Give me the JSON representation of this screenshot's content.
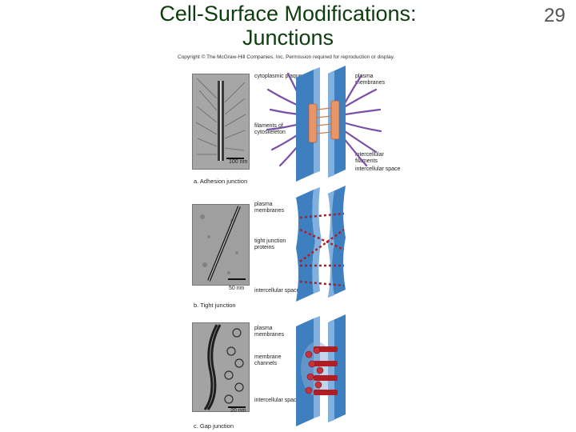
{
  "slide": {
    "title_line1": "Cell-Surface Modifications:",
    "title_line2": "Junctions",
    "page_number": "29",
    "copyright": "Copyright © The McGraw-Hill Companies, Inc. Permission required for reproduction or display."
  },
  "panels": [
    {
      "caption": "a. Adhesion junction",
      "scale_bar": "100 nm",
      "labels": {
        "cytoplasmic_plaque": "cytoplasmic plaque",
        "plasma_membranes": "plasma membranes",
        "filaments_of_cytoskeleton": "filaments of cytoskeleton",
        "intercellular_filaments": "intercellular filaments",
        "intercellular_space": "intercellular space"
      }
    },
    {
      "caption": "b. Tight junction",
      "scale_bar": "50 nm",
      "labels": {
        "plasma_membranes": "plasma membranes",
        "tight_junction_proteins": "tight junction proteins",
        "intercellular_space": "intercellular space"
      }
    },
    {
      "caption": "c. Gap junction",
      "scale_bar": "20 nm",
      "labels": {
        "plasma_membranes": "plasma membranes",
        "membrane_channels": "membrane channels",
        "intercellular_space": "intercellular space"
      }
    }
  ],
  "colors": {
    "title": "#0d3d0d",
    "membrane_blue": "#3d7fbf",
    "membrane_light": "#7fb0de",
    "plaque": "#e8956a",
    "filament_purple": "#7a4fa8",
    "protein_red": "#b01e24",
    "micrograph_gray": "#9a9a9a"
  }
}
